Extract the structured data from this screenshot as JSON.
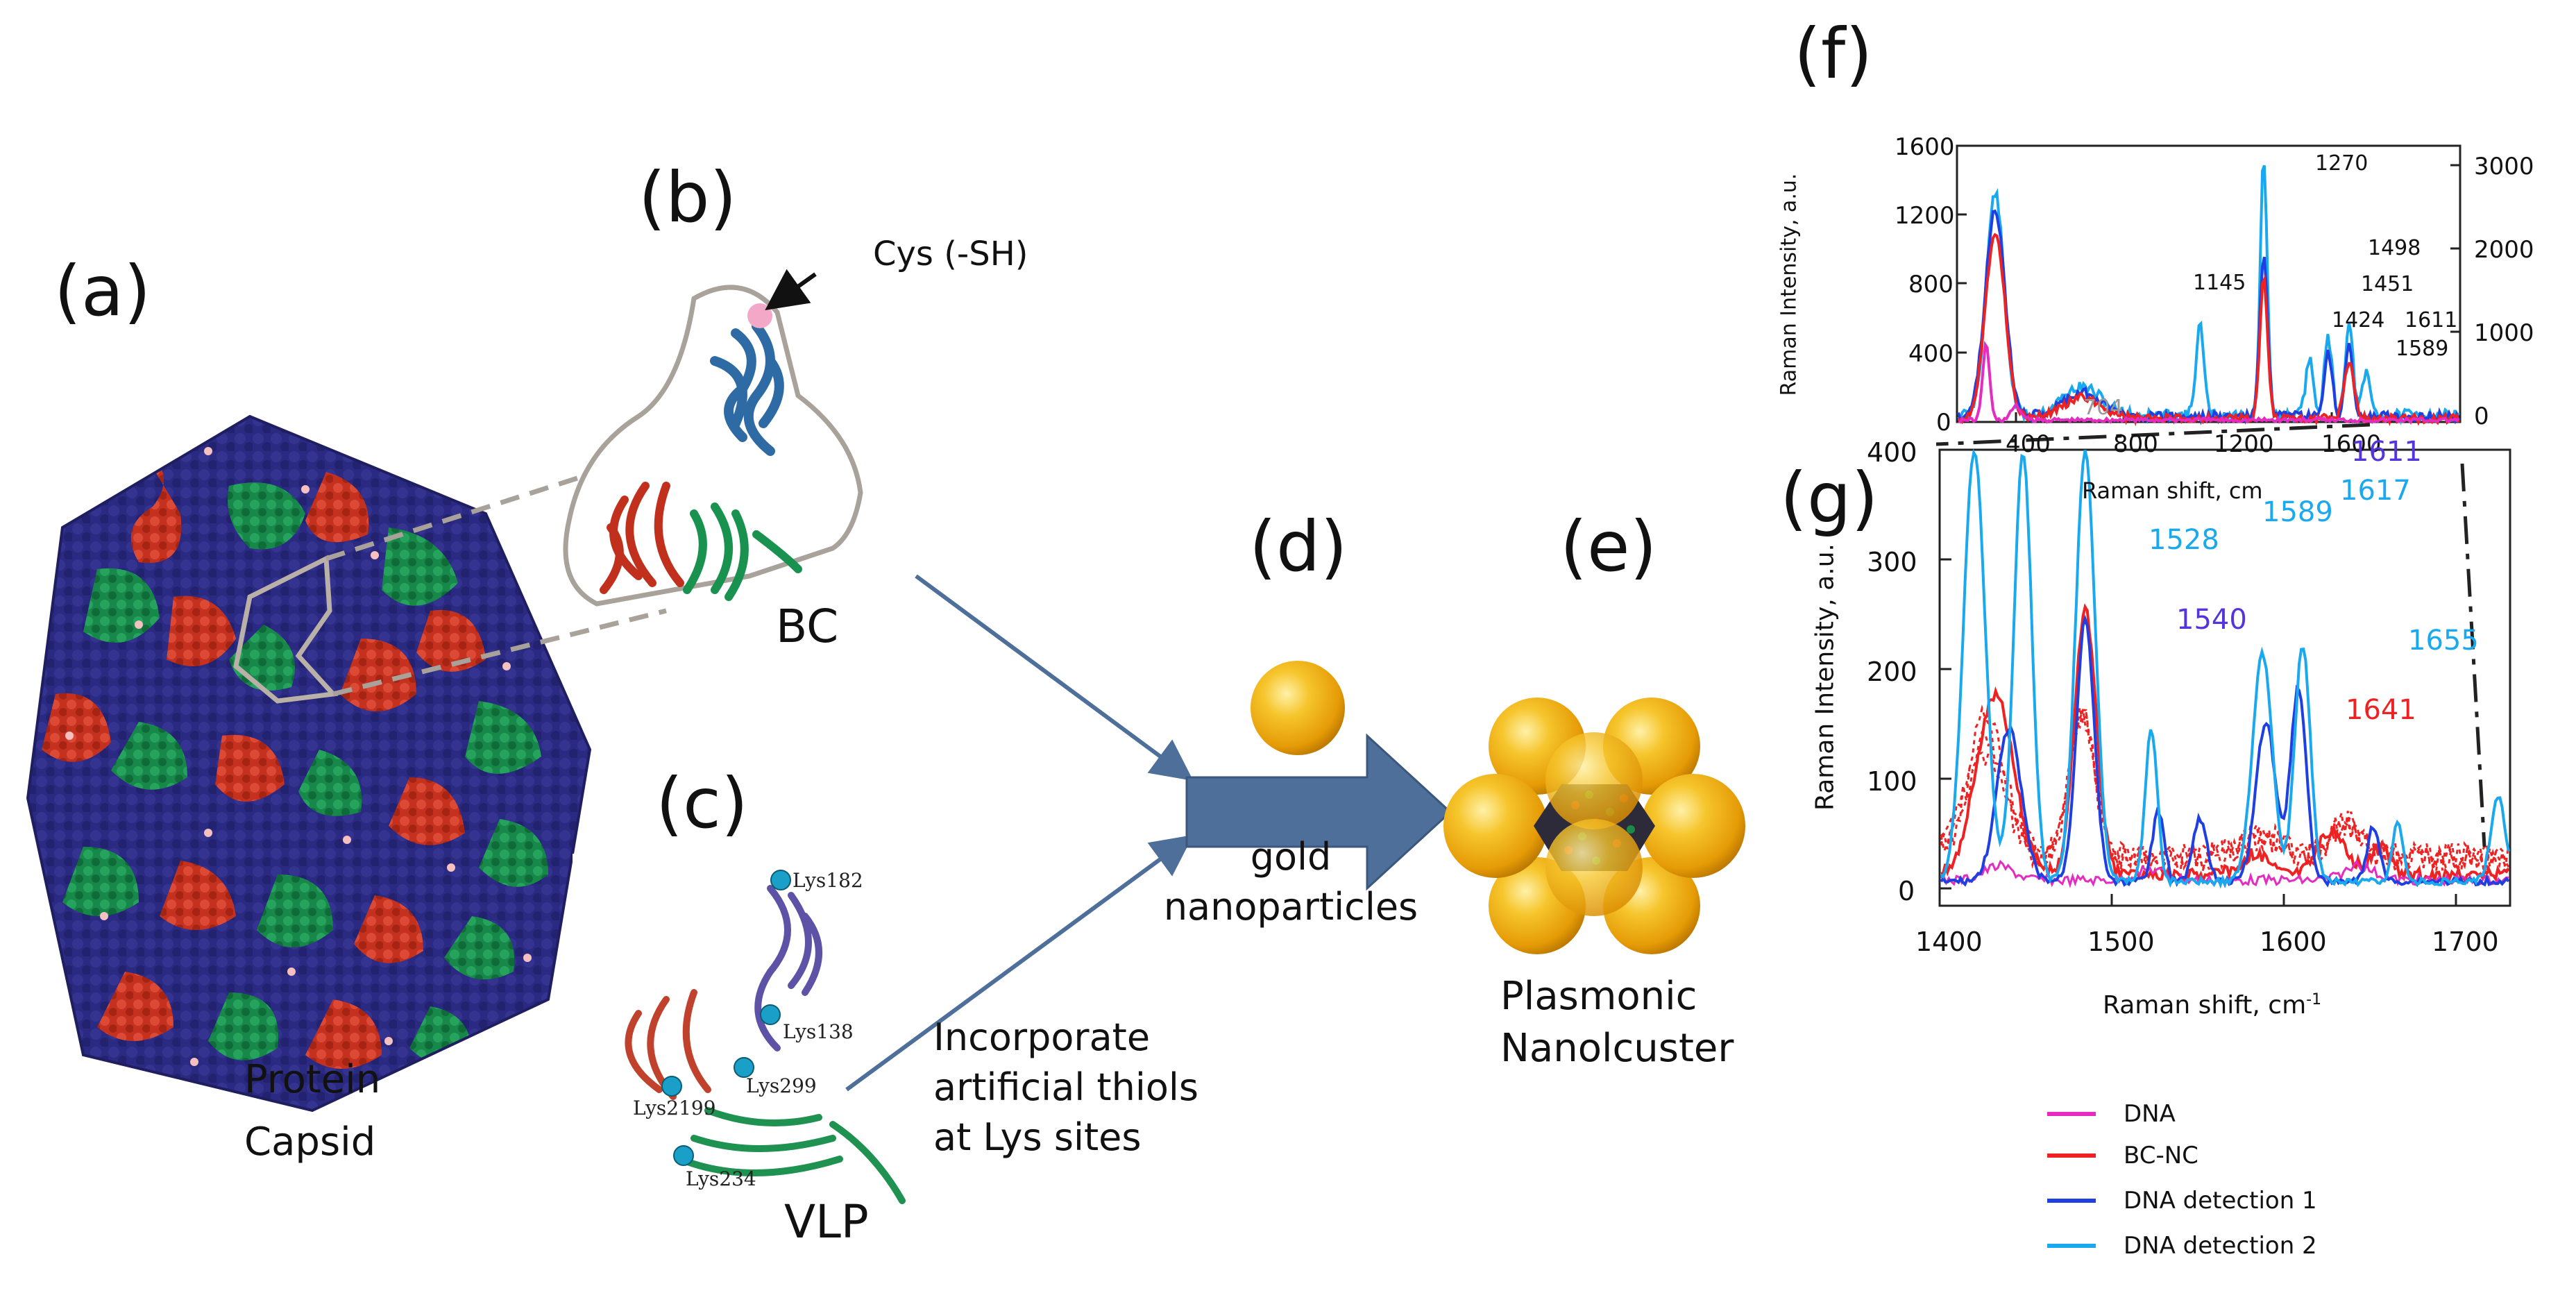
{
  "panels": {
    "a": {
      "label": "(a)",
      "caption_line1": "Protein",
      "caption_line2": "Capsid"
    },
    "b": {
      "label": "(b)",
      "annotation": "Cys (-SH)",
      "caption": "BC"
    },
    "c": {
      "label": "(c)",
      "residues": [
        "Lys182",
        "Lys138",
        "Lys299",
        "Lys2199",
        "Lys234"
      ],
      "caption": "VLP",
      "side_line1": "Incorporate",
      "side_line2": "artificial thiols",
      "side_line3": "at Lys sites"
    },
    "d": {
      "label": "(d)",
      "caption_line1": "gold",
      "caption_line2": "nanoparticles"
    },
    "e": {
      "label": "(e)",
      "caption_line1": "Plasmonic",
      "caption_line2": "Nanolcuster"
    },
    "f": {
      "label": "(f)",
      "ylabel": "Raman Intensity, a.u.",
      "xlabel": "Raman shift, cm",
      "yticks_left": [
        "1600",
        "1200",
        "800",
        "400",
        "0"
      ],
      "yticks_right": [
        "3000",
        "2000",
        "1000",
        "0"
      ],
      "xticks": [
        "400",
        "800",
        "1200",
        "1600"
      ],
      "peaks": {
        "p1270": "1270",
        "p1498": "1498",
        "p1145": "1145",
        "p1451": "1451",
        "p1424": "1424",
        "p1611": "1611",
        "p1589": "1589",
        "p704": "704"
      }
    },
    "g": {
      "label": "(g)",
      "ylabel": "Raman Intensity, a.u.",
      "xlabel": "Raman shift, cm",
      "xlabel_sup": "-1",
      "yticks": [
        "400",
        "300",
        "200",
        "100",
        "0"
      ],
      "xticks": [
        "1400",
        "1500",
        "1600",
        "1700"
      ],
      "peaks": {
        "p1611": "1611",
        "p1528": "1528",
        "p1589": "1589",
        "p1617": "1617",
        "p1540": "1540",
        "p1655": "1655",
        "p1641": "1641"
      }
    }
  },
  "legend": [
    {
      "label": "DNA",
      "color": "#e62bc1"
    },
    {
      "label": "BC-NC",
      "color": "#ee2222"
    },
    {
      "label": "DNA detection 1",
      "color": "#1f3fe0"
    },
    {
      "label": "DNA detection 2",
      "color": "#1aa8ee"
    }
  ],
  "colors": {
    "capsid_blue": "#2b2a82",
    "capsid_red": "#c4311f",
    "capsid_green": "#17884a",
    "gold": "#f3b416",
    "arrow": "#4d6f99",
    "magenta": "#e62bc1",
    "red": "#ee2222",
    "blue": "#1f3fe0",
    "cyan": "#1aa8ee",
    "purple_label": "#5533dd"
  }
}
